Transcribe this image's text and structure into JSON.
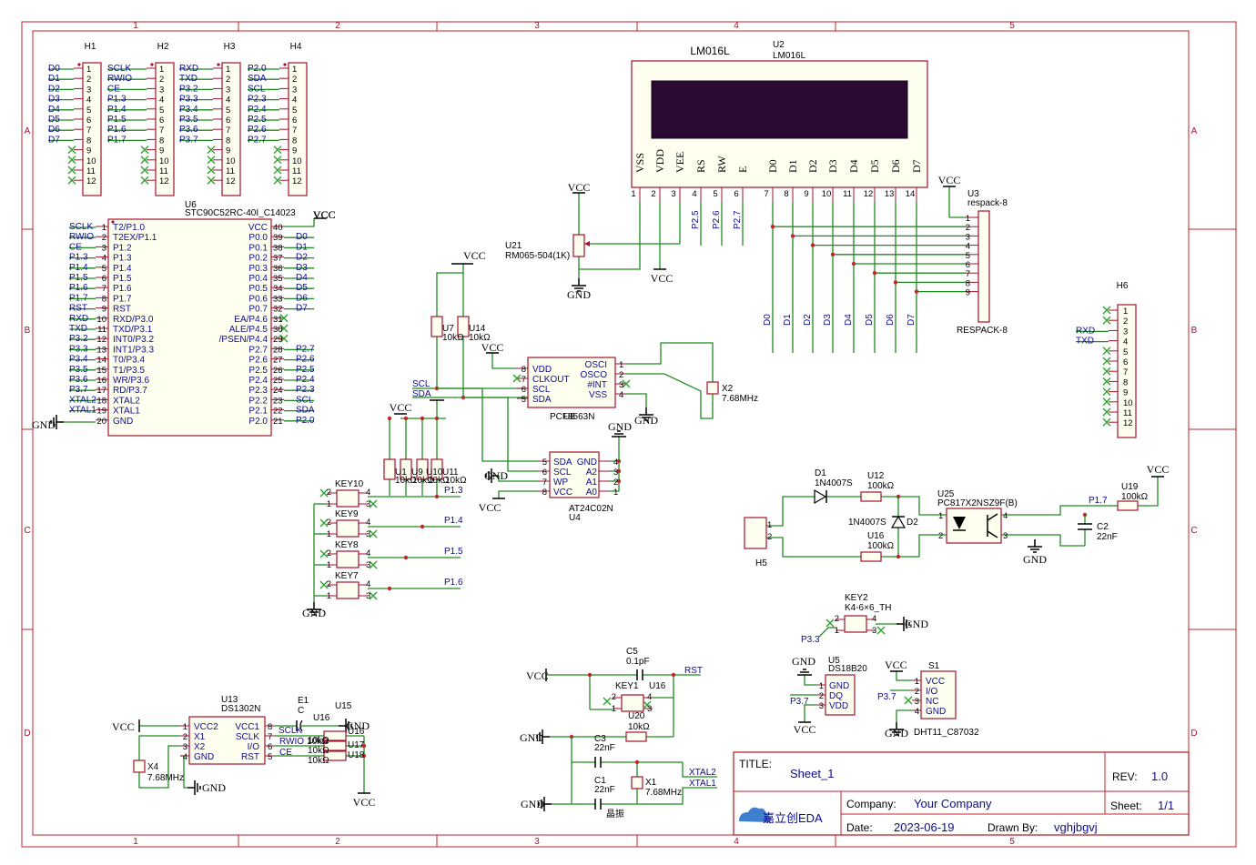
{
  "sheet": {
    "border_cols": [
      "1",
      "2",
      "3",
      "4",
      "5"
    ],
    "border_rows": [
      "A",
      "B",
      "C",
      "D"
    ]
  },
  "title_block": {
    "title_label": "TITLE:",
    "title": "Sheet_1",
    "rev_label": "REV:",
    "rev": "1.0",
    "company_label": "Company:",
    "company": "Your Company",
    "sheet_label": "Sheet:",
    "sheet": "1/1",
    "date_label": "Date:",
    "date": "2023-06-19",
    "drawn_label": "Drawn By:",
    "drawn": "vghjbgvj",
    "logo": "嘉立创EDA"
  },
  "headers": {
    "h1": {
      "ref": "H1",
      "labels": [
        "D0",
        "D1",
        "D2",
        "D3",
        "D4",
        "D5",
        "D6",
        "D7"
      ],
      "pins": [
        "1",
        "2",
        "3",
        "4",
        "5",
        "6",
        "7",
        "8",
        "9",
        "10",
        "11",
        "12"
      ]
    },
    "h2": {
      "ref": "H2",
      "labels": [
        "SCLK",
        "RWIO",
        "CE",
        "P1.3",
        "P1.4",
        "P1.5",
        "P1.6",
        "P1.7"
      ],
      "pins": [
        "1",
        "2",
        "3",
        "4",
        "5",
        "6",
        "7",
        "8",
        "9",
        "10",
        "11",
        "12"
      ]
    },
    "h3": {
      "ref": "H3",
      "labels": [
        "RXD",
        "TXD",
        "P3.2",
        "P3.3",
        "P3.4",
        "P3.5",
        "P3.6",
        "P3.7"
      ],
      "pins": [
        "1",
        "2",
        "3",
        "4",
        "5",
        "6",
        "7",
        "8",
        "9",
        "10",
        "11",
        "12"
      ]
    },
    "h4": {
      "ref": "H4",
      "labels": [
        "P2.0",
        "SDA",
        "SCL",
        "P2.3",
        "P2.4",
        "P2.5",
        "P2.6",
        "P2.7"
      ],
      "pins": [
        "1",
        "2",
        "3",
        "4",
        "5",
        "6",
        "7",
        "8",
        "9",
        "10",
        "11",
        "12"
      ]
    },
    "h6": {
      "ref": "H6",
      "labels": [
        "",
        "",
        "RXD",
        "TXD"
      ],
      "pins": [
        "1",
        "2",
        "3",
        "4",
        "5",
        "6",
        "7",
        "8",
        "9",
        "10",
        "11",
        "12"
      ]
    }
  },
  "lcd": {
    "ref": "U2",
    "value": "LM016L",
    "title": "LM016L",
    "pins": [
      "VSS",
      "VDD",
      "VEE",
      "RS",
      "RW",
      "E",
      "D0",
      "D1",
      "D2",
      "D3",
      "D4",
      "D5",
      "D6",
      "D7"
    ],
    "pin_numbers": [
      "1",
      "2",
      "3",
      "4",
      "5",
      "6",
      "7",
      "8",
      "9",
      "10",
      "11",
      "12",
      "13",
      "14"
    ],
    "bottom_labels": [
      "P2.5",
      "P2.6",
      "P2.7"
    ],
    "data_labels": [
      "D0",
      "D1",
      "D2",
      "D3",
      "D4",
      "D5",
      "D6",
      "D7"
    ]
  },
  "respack": {
    "ref": "U3",
    "value": "respack-8",
    "bottom": "RESPACK-8",
    "pins": [
      "1",
      "2",
      "3",
      "4",
      "5",
      "6",
      "7",
      "8",
      "9"
    ]
  },
  "mcu": {
    "ref": "U6",
    "value": "STC90C52RC-40I_C14023",
    "left_nets": [
      "SCLK",
      "RWIO",
      "CE",
      "P1.3",
      "P1.4",
      "P1.5",
      "P1.6",
      "P1.7",
      "RST",
      "RXD",
      "TXD",
      "P3.2",
      "P3.3",
      "P3.4",
      "P3.5",
      "P3.6",
      "P3.7",
      "XTAL2",
      "XTAL1"
    ],
    "left_pins": [
      "T2/P1.0",
      "T2EX/P1.1",
      "P1.2",
      "P1.3",
      "P1.4",
      "P1.5",
      "P1.6",
      "P1.7",
      "RST",
      "RXD/P3.0",
      "TXD/P3.1",
      "INT0/P3.2",
      "INT1/P3.3",
      "T0/P3.4",
      "T1/P3.5",
      "WR/P3.6",
      "RD/P3.7",
      "XTAL2",
      "XTAL1",
      "GND"
    ],
    "left_nums": [
      "1",
      "2",
      "3",
      "4",
      "5",
      "6",
      "7",
      "8",
      "9",
      "10",
      "11",
      "12",
      "13",
      "14",
      "15",
      "16",
      "17",
      "18",
      "19",
      "20"
    ],
    "right_pins": [
      "VCC",
      "P0.0",
      "P0.1",
      "P0.2",
      "P0.3",
      "P0.4",
      "P0.5",
      "P0.6",
      "P0.7",
      "EA/P4.6",
      "ALE/P4.5",
      "/PSEN/P4.4",
      "P2.7",
      "P2.6",
      "P2.5",
      "P2.4",
      "P2.3",
      "P2.2",
      "P2.1",
      "P2.0"
    ],
    "right_nums": [
      "40",
      "39",
      "38",
      "37",
      "36",
      "35",
      "34",
      "33",
      "32",
      "31",
      "30",
      "29",
      "28",
      "27",
      "26",
      "25",
      "24",
      "23",
      "22",
      "21"
    ],
    "right_nets": [
      "",
      "D0",
      "D1",
      "D2",
      "D3",
      "D4",
      "D5",
      "D6",
      "D7",
      "",
      "",
      "",
      "P2.7",
      "P2.6",
      "P2.5",
      "P2.4",
      "P2.3",
      "SCL",
      "SDA",
      "P2.0"
    ]
  },
  "rtc": {
    "ref": "U8",
    "value": "PCF8563N",
    "left_pins": [
      "VDD",
      "CLKOUT",
      "SCL",
      "SDA"
    ],
    "left_nums": [
      "8",
      "7",
      "6",
      "5"
    ],
    "right_pins": [
      "OSCI",
      "OSCO",
      "#INT",
      "VSS"
    ],
    "right_nums": [
      "1",
      "2",
      "3",
      "4"
    ]
  },
  "eeprom": {
    "ref": "U4",
    "value": "AT24C02N",
    "left_pins": [
      "SDA",
      "SCL",
      "WP",
      "VCC"
    ],
    "left_nums": [
      "5",
      "6",
      "7",
      "8"
    ],
    "right_pins": [
      "GND",
      "A2",
      "A1",
      "A0"
    ],
    "right_nums": [
      "4",
      "3",
      "2",
      "1"
    ]
  },
  "ds1302": {
    "ref": "U13",
    "value": "DS1302N",
    "left_pins": [
      "VCC2",
      "X1",
      "X2",
      "GND"
    ],
    "left_nums": [
      "1",
      "2",
      "3",
      "4"
    ],
    "right_pins": [
      "VCC1",
      "SCLK",
      "I/O",
      "RST"
    ],
    "right_nums": [
      "8",
      "7",
      "6",
      "5"
    ]
  },
  "ds18b20": {
    "ref": "U5",
    "value": "DS18B20",
    "pins": [
      "GND",
      "DQ",
      "VDD"
    ],
    "nums": [
      "1",
      "2",
      "3"
    ]
  },
  "dht11": {
    "ref": "S1",
    "value": "DHT11_C87032",
    "pins": [
      "VCC",
      "I/O",
      "NC",
      "GND"
    ],
    "nums": [
      "1",
      "2",
      "3",
      "4"
    ]
  },
  "opto": {
    "ref": "U25",
    "value": "PC817X2NSZ9F(B)",
    "nums": [
      "1",
      "2",
      "3",
      "4"
    ]
  },
  "labels": {
    "vcc": "VCC",
    "gnd": "GND",
    "sda": "SDA",
    "scl": "SCL",
    "rst": "RST",
    "xtal1": "XTAL1",
    "xtal2": "XTAL2",
    "p13": "P1.3",
    "p14": "P1.4",
    "p15": "P1.5",
    "p16": "P1.6",
    "p17": "P1.7",
    "p33": "P3.3",
    "p37": "P3.7",
    "d1": "D1",
    "d1v": "1N4007S",
    "d2": "D2",
    "d2v": "1N4007S",
    "h5": "H5",
    "h5p1": "1",
    "h5p2": "2",
    "u12": "U12",
    "u12v": "100kΩ",
    "u16r": "U16",
    "u16rv": "100kΩ",
    "u19": "U19",
    "u19v": "100kΩ",
    "c2": "C2",
    "c2v": "22nF",
    "u7": "U7",
    "u7v": "10kΩ",
    "u14": "U14",
    "u14v": "10kΩ",
    "x2": "X2",
    "x2v": "7.68MHz",
    "u21": "U21",
    "u21v": "RM065-504(1K)",
    "u1": "U1",
    "u9": "U9",
    "u10": "U10",
    "u11": "U11",
    "rk": "10kΩ",
    "key10": "KEY10",
    "key9": "KEY9",
    "key8": "KEY8",
    "key7": "KEY7",
    "key2": "KEY2",
    "key2v": "K4-6×6_TH",
    "key1": "KEY1",
    "c5": "C5",
    "c5v": "0.1pF",
    "u16b": "U16",
    "u20": "U20",
    "u20v": "10kΩ",
    "c3": "C3",
    "c3v": "22nF",
    "c1": "C1",
    "c1v": "22nF",
    "x1": "X1",
    "x1v": "7.68MHz",
    "crystal": "晶振",
    "e1": "E1",
    "e1v": "C",
    "u15": "U15",
    "u16c": "U16",
    "u16cv": "10kΩ",
    "u17": "U17",
    "u17v": "10kΩ",
    "u18": "U18",
    "u18v": "10kΩ",
    "x4": "X4",
    "x4v": "7.68MHz",
    "rwio": "RWIO",
    "ce": "CE",
    "sclk": "SCLK",
    "p1": "1",
    "p2": "2",
    "p3": "3",
    "p4": "4"
  }
}
